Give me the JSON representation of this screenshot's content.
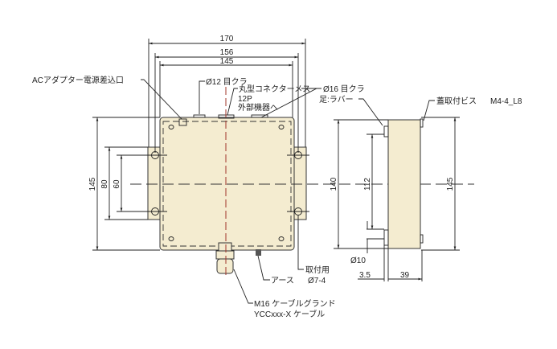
{
  "dimensions": {
    "width_170": "170",
    "width_156": "156",
    "width_145": "145",
    "left_height_145": "145",
    "left_80": "80",
    "left_60": "60",
    "side_140": "140",
    "side_112": "112",
    "side_145": "145",
    "side_3_5": "3.5",
    "side_39": "39",
    "side_hole": "Ø10"
  },
  "labels": {
    "ac_adapter": "ACアダプター電源差込口",
    "gland12": "Ø12 目クラ",
    "connector": "丸型コネクターメス",
    "connector_pins": "12P",
    "connector_to": "外部機器へ",
    "gland16": "Ø16 目クラ",
    "foot": "足:ラバー",
    "lid_screw": "蓋取付ビス",
    "lid_screw_spec": "M4-4_L8",
    "mount": "取付用",
    "mount_spec": "Ø7-4",
    "earth": "アース",
    "cable_gland": "M16 ケーブルグランド",
    "cable": "YCCxxx-X ケーブル"
  },
  "colors": {
    "body": "#f4ecd0",
    "centerline": "#a0352a"
  }
}
